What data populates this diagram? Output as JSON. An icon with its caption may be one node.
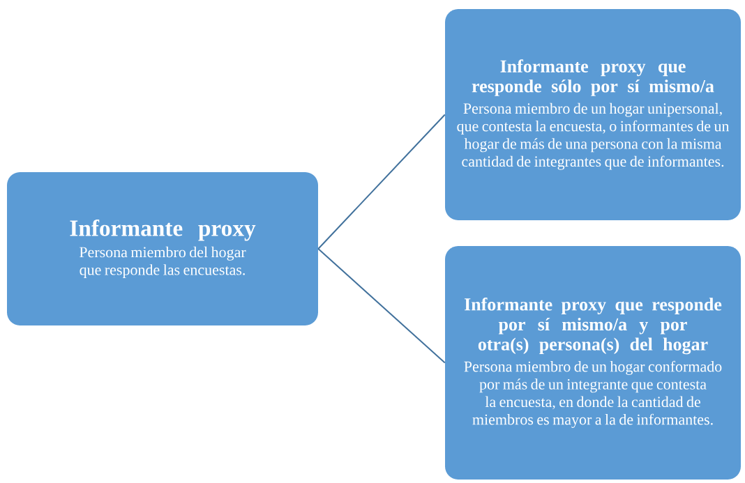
{
  "diagram": {
    "nodes": [
      {
        "text": [
          "Informante proxy",
          "Persona miembro del hogar que responde las encuestas."
        ]
      },
      {
        "text": [
          "Informante proxy que responde sólo por sí mismo/a",
          "Persona miembro de un hogar unipersonal, que contesta la encuesta, o informantes de un hogar de más de una persona con la misma cantidad de integrantes que de informantes."
        ]
      },
      {
        "text": [
          "Informante proxy que responde por sí mismo/a y por otra(s) persona(s) del hogar",
          "Persona miembro de un hogar conformado por más de un integrante que contesta la encuesta, en donde la cantidad de miembros es mayor a la de informantes."
        ]
      }
    ],
    "edges": [
      {
        "from": 0,
        "to": 1,
        "arrow": "none"
      },
      {
        "from": 0,
        "to": 2,
        "arrow": "none"
      }
    ]
  }
}
